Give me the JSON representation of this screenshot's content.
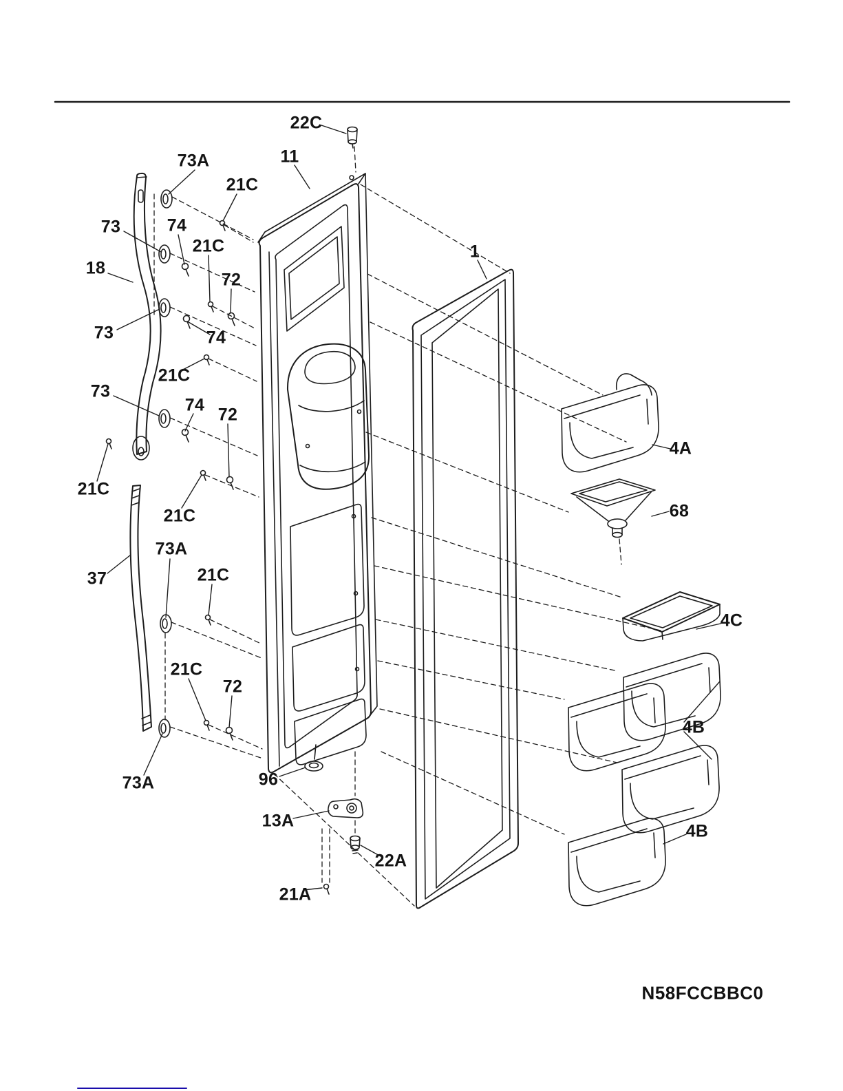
{
  "page": {
    "part_number": "N58FCCBBC0",
    "line_color": "#1d1d1d",
    "link_color": "#1a0dab",
    "background": "#ffffff"
  },
  "labels": [
    {
      "id": "22C-top",
      "text": "22C"
    },
    {
      "id": "11-door",
      "text": "11"
    },
    {
      "id": "73A-top",
      "text": "73A"
    },
    {
      "id": "21C-1",
      "text": "21C"
    },
    {
      "id": "73-1",
      "text": "73"
    },
    {
      "id": "74-1",
      "text": "74"
    },
    {
      "id": "21C-2",
      "text": "21C"
    },
    {
      "id": "18-handle",
      "text": "18"
    },
    {
      "id": "72-1",
      "text": "72"
    },
    {
      "id": "1-gasket",
      "text": "1"
    },
    {
      "id": "73-2",
      "text": "73"
    },
    {
      "id": "74-2",
      "text": "74"
    },
    {
      "id": "21C-3",
      "text": "21C"
    },
    {
      "id": "73-3",
      "text": "73"
    },
    {
      "id": "74-3",
      "text": "74"
    },
    {
      "id": "72-2",
      "text": "72"
    },
    {
      "id": "4A-bin",
      "text": "4A"
    },
    {
      "id": "21C-4",
      "text": "21C"
    },
    {
      "id": "68-funnel",
      "text": "68"
    },
    {
      "id": "21C-5",
      "text": "21C"
    },
    {
      "id": "37-handle",
      "text": "37"
    },
    {
      "id": "73A-mid",
      "text": "73A"
    },
    {
      "id": "21C-6",
      "text": "21C"
    },
    {
      "id": "4C-tray",
      "text": "4C"
    },
    {
      "id": "21C-7",
      "text": "21C"
    },
    {
      "id": "72-3",
      "text": "72"
    },
    {
      "id": "4B-group",
      "text": "4B"
    },
    {
      "id": "73A-bottom",
      "text": "73A"
    },
    {
      "id": "96-plug",
      "text": "96"
    },
    {
      "id": "13A-bracket",
      "text": "13A"
    },
    {
      "id": "22A-bolt",
      "text": "22A"
    },
    {
      "id": "4B-bottom",
      "text": "4B"
    },
    {
      "id": "21A-screw",
      "text": "21A"
    }
  ]
}
